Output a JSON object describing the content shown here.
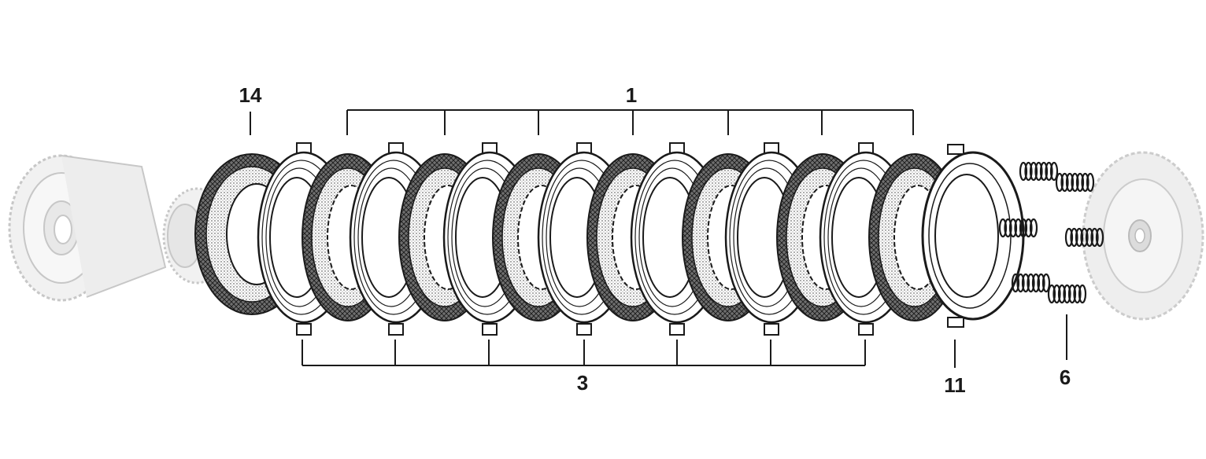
{
  "callouts": {
    "clutch_housing": "14",
    "friction_plates": "1",
    "steel_plates": "3",
    "pressure_plate": "11",
    "springs": "6"
  },
  "colors": {
    "ink": "#1a1a1a",
    "ghost": "#bdbdbd",
    "ghost_fill": "#e6e6e6",
    "lining": "#8a8a8a"
  }
}
